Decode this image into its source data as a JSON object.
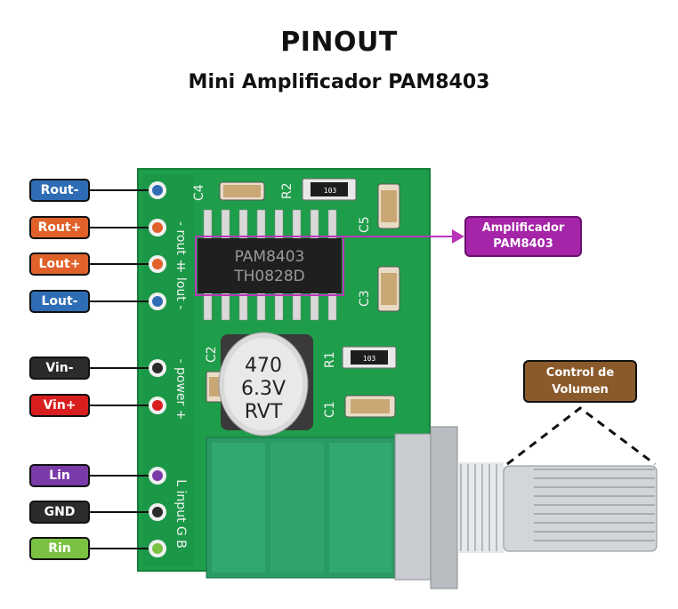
{
  "title": "PINOUT",
  "subtitle": "Mini Amplificador PAM8403",
  "pins": [
    {
      "label": "Rout-",
      "color": "#2e6db5"
    },
    {
      "label": "Rout+",
      "color": "#e0622a"
    },
    {
      "label": "Lout+",
      "color": "#e0622a"
    },
    {
      "label": "Lout-",
      "color": "#2e6db5"
    },
    {
      "label": "Vin-",
      "color": "#2b2b2b"
    },
    {
      "label": "Vin+",
      "color": "#d81e1e"
    },
    {
      "label": "Lin",
      "color": "#7a3aa8"
    },
    {
      "label": "GND",
      "color": "#2b2b2b"
    },
    {
      "label": "Rin",
      "color": "#7cc242"
    }
  ],
  "callouts": {
    "amplifier": {
      "line1": "Amplificador",
      "line2": "PAM8403"
    },
    "volume": {
      "line1": "Control de",
      "line2": "Volumen"
    }
  },
  "board": {
    "silk_rout": "- rout +",
    "silk_lout": "+ lout -",
    "silk_power": "- power +",
    "silk_input": "L input G B",
    "chip_line1": "PAM8403",
    "chip_line2": "TH0828D",
    "cap_line1": "470",
    "cap_line2": "6.3V",
    "cap_line3": "RVT",
    "ref_c4": "C4",
    "ref_r2": "R2",
    "ref_c5": "C5",
    "ref_c3": "C3",
    "ref_c2": "C2",
    "ref_r1": "R1",
    "ref_c1": "C1",
    "res_r2": "103",
    "res_r1": "103"
  },
  "colors": {
    "pcb": "#1e9e4a",
    "pcb_dark": "#15803a",
    "pot_body": "#2a9a63",
    "metal": "#c9ccd0",
    "chip_outline": "#b935b8"
  }
}
